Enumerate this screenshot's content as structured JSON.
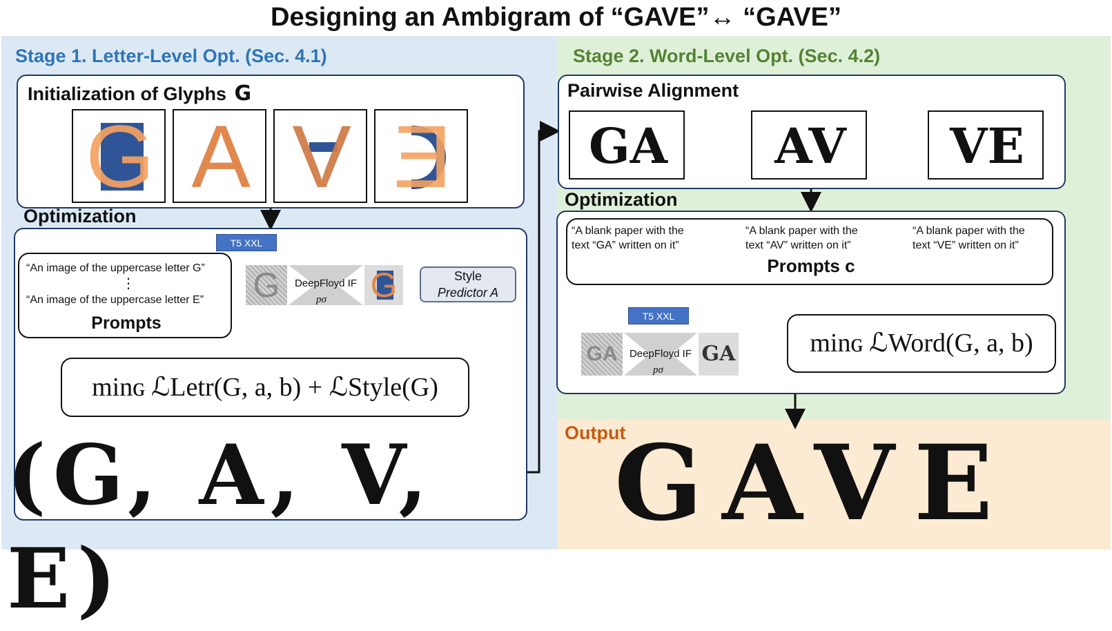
{
  "title": "Designing an Ambigram of “GAVE”↔ “GAVE”",
  "stage1": {
    "label": "Stage 1. Letter-Level Opt. (Sec. 4.1)",
    "init_title": "Initialization of Glyphs",
    "init_symbol": "G",
    "init_glyphs": [
      "G",
      "A",
      "V",
      "E"
    ],
    "optimization_label": "Optimization",
    "t5": "T5 XXL",
    "prompt_first": "“An image of the uppercase letter G”",
    "prompt_dots": "⋮",
    "prompt_last": "“An image of the uppercase letter E”",
    "prompts_label": "Prompts",
    "deepfloyd": "DeepFloyd IF",
    "p_sigma": "pσ",
    "style_predictor_line1": "Style",
    "style_predictor_line2": "Predictor A",
    "loss": "minɢ ℒLetr(G, a, b) + ℒStyle(G)",
    "result_glyphs": "(G, A, V, E)"
  },
  "stage2": {
    "label": "Stage 2. Word-Level Opt. (Sec. 4.2)",
    "pair_title": "Pairwise Alignment",
    "pairs": [
      "GA",
      "AV",
      "VE"
    ],
    "optimization_label": "Optimization",
    "prompt_ga_1": "“A blank paper with the",
    "prompt_ga_2": "text “GA” written on it”",
    "prompt_av_1": "“A blank paper with the",
    "prompt_av_2": "text “AV” written on it”",
    "prompt_ve_1": "“A blank paper with the",
    "prompt_ve_2": "text “VE” written on it”",
    "prompts_label": "Prompts c",
    "t5": "T5 XXL",
    "deepfloyd": "DeepFloyd IF",
    "p_sigma": "pσ",
    "denoised": "GA",
    "loss": "minɢ ℒWord(G, a, b)"
  },
  "output": {
    "label": "Output",
    "word": "GAVE"
  },
  "colors": {
    "stage1": "#2e75b6",
    "stage2": "#548235",
    "output": "#c55a11",
    "orange_glyph": "#f4a261",
    "blue_glyph": "#2f5597"
  }
}
